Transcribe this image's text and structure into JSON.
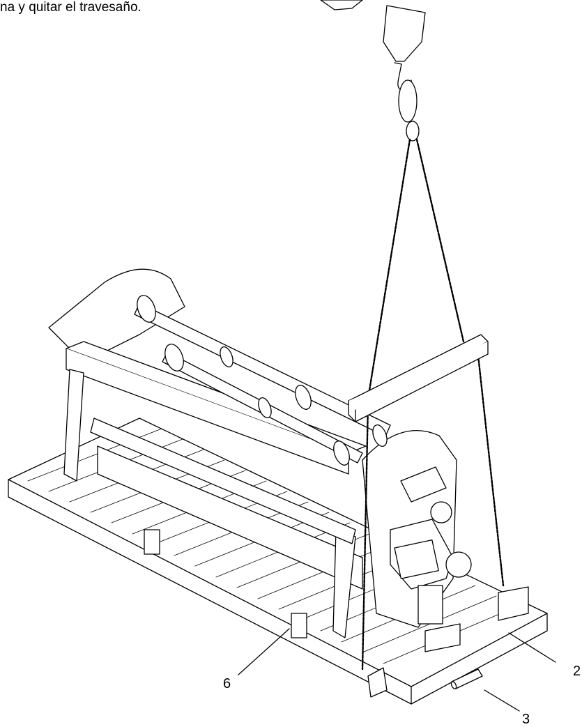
{
  "caption": "na y quitar el travesaño.",
  "callouts": {
    "c2": "2",
    "c3": "3",
    "c6": "6"
  }
}
